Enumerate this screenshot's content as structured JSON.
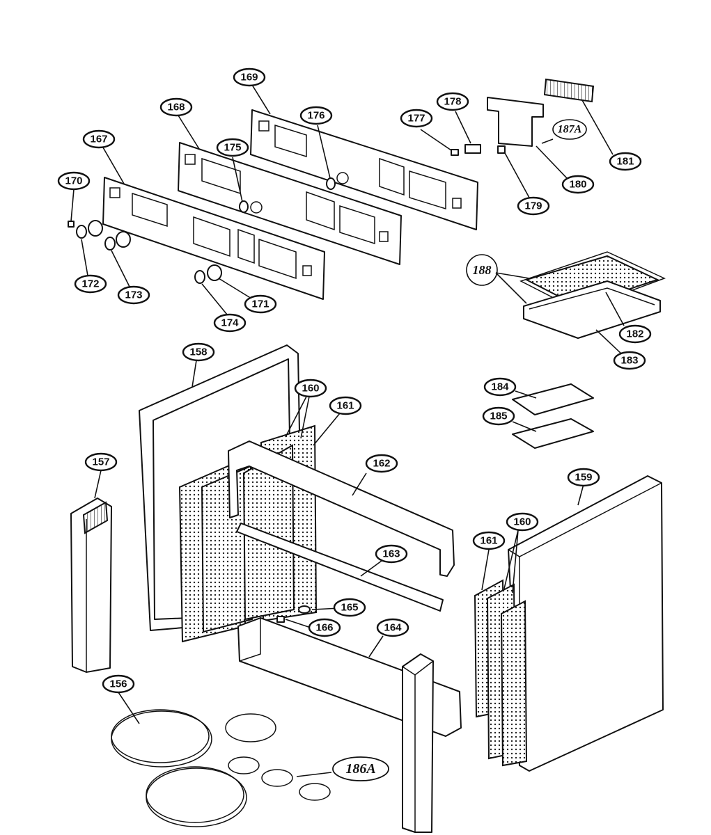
{
  "callouts": [
    {
      "id": "156",
      "label": "156"
    },
    {
      "id": "157",
      "label": "157"
    },
    {
      "id": "158",
      "label": "158"
    },
    {
      "id": "159",
      "label": "159"
    },
    {
      "id": "160a",
      "label": "160"
    },
    {
      "id": "160b",
      "label": "160"
    },
    {
      "id": "161a",
      "label": "161"
    },
    {
      "id": "161b",
      "label": "161"
    },
    {
      "id": "162",
      "label": "162"
    },
    {
      "id": "163",
      "label": "163"
    },
    {
      "id": "164",
      "label": "164"
    },
    {
      "id": "165",
      "label": "165"
    },
    {
      "id": "166",
      "label": "166"
    },
    {
      "id": "167",
      "label": "167"
    },
    {
      "id": "168",
      "label": "168"
    },
    {
      "id": "169",
      "label": "169"
    },
    {
      "id": "170",
      "label": "170"
    },
    {
      "id": "171",
      "label": "171"
    },
    {
      "id": "172",
      "label": "172"
    },
    {
      "id": "173",
      "label": "173"
    },
    {
      "id": "174",
      "label": "174"
    },
    {
      "id": "175",
      "label": "175"
    },
    {
      "id": "176",
      "label": "176"
    },
    {
      "id": "177",
      "label": "177"
    },
    {
      "id": "178",
      "label": "178"
    },
    {
      "id": "179",
      "label": "179"
    },
    {
      "id": "180",
      "label": "180"
    },
    {
      "id": "181",
      "label": "181"
    },
    {
      "id": "182",
      "label": "182"
    },
    {
      "id": "183",
      "label": "183"
    },
    {
      "id": "184",
      "label": "184"
    },
    {
      "id": "185",
      "label": "185"
    }
  ],
  "handwritten": {
    "label_187a": "187A",
    "label_188": "188",
    "label_186a": "186A"
  },
  "colors": {
    "ink": "#111111",
    "paper": "#ffffff"
  }
}
